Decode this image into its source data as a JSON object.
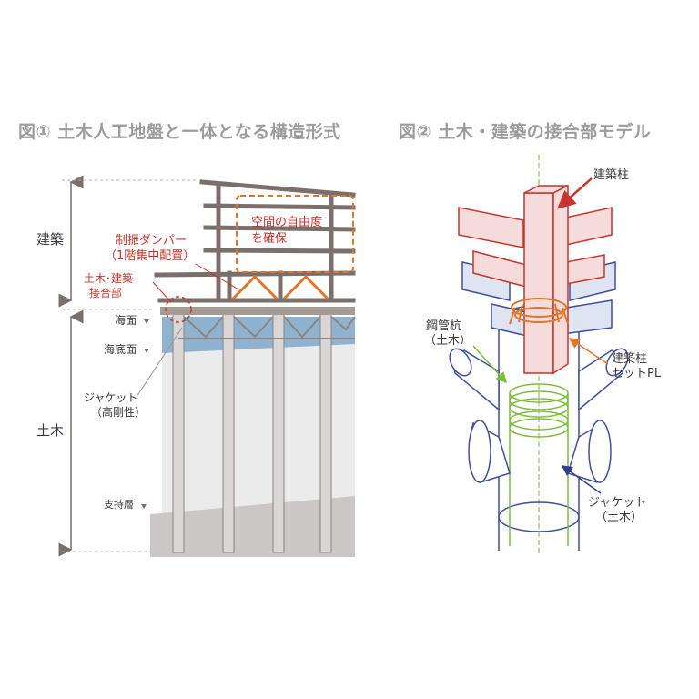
{
  "fig1": {
    "title": "図① 土木人工地盤と一体となる構造形式",
    "label_kenchiku": "建築",
    "label_doboku": "土木",
    "damper_l1": "制振ダンパー",
    "damper_l2": "（1階集中配置）",
    "joint_l1": "土木･建築",
    "joint_l2": "接合部",
    "space_l1": "空間の自由度",
    "space_l2": "を確保",
    "sea_surface": "海面",
    "seabed": "海底面",
    "jacket_l1": "ジャケット",
    "jacket_l2": "（高剛性）",
    "bearing_layer": "支持層"
  },
  "fig2": {
    "title": "図② 土木・建築の接合部モデル",
    "column": "建築柱",
    "pile_l1": "鋼管杭",
    "pile_l2": "（土木）",
    "setpl_l1": "建築柱",
    "setpl_l2": "セットPL",
    "jacket_l1": "ジャケット",
    "jacket_l2": "（土木）"
  },
  "colors": {
    "title": "#9c9c9c",
    "annotation_red": "#c8342b",
    "damper_orange": "#e0762a",
    "frame": "#7a6f6a",
    "sea": "#8fb3cf",
    "ground": "#cbc7c7",
    "pile_blue": "#3c4fa0",
    "pile_green": "#7cbf3a"
  }
}
